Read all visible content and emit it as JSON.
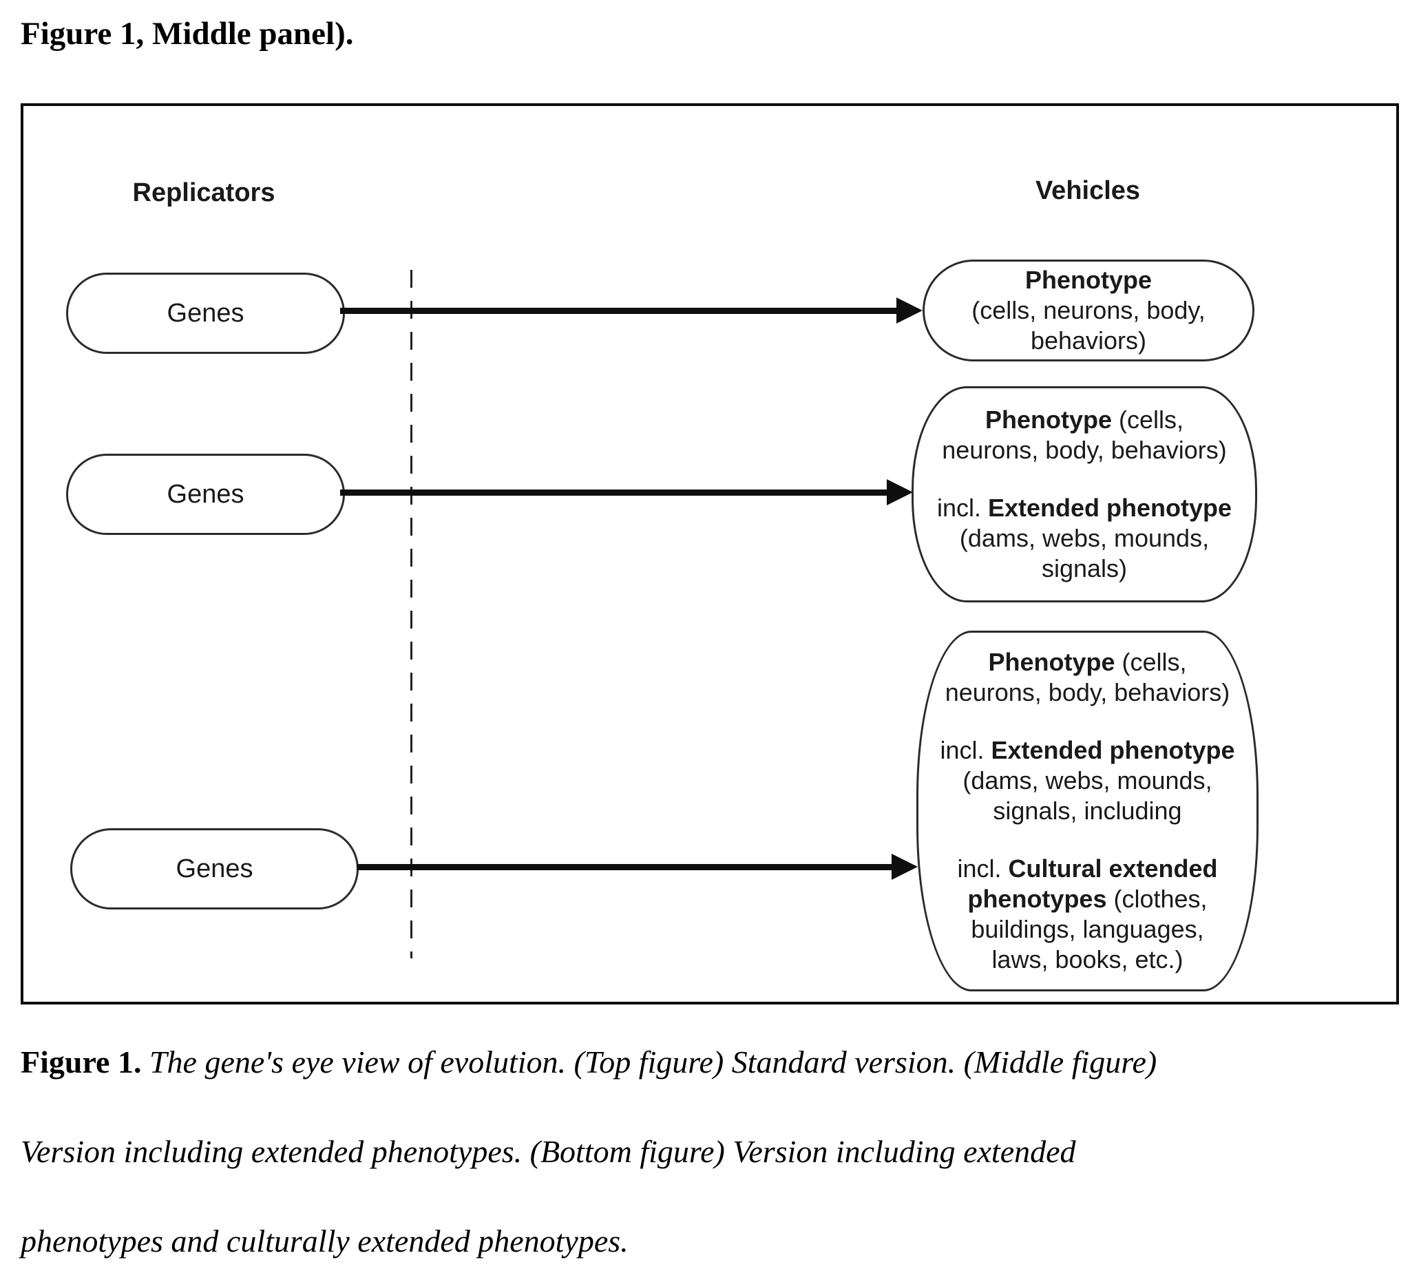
{
  "page": {
    "header": "Figure 1, Middle panel)."
  },
  "diagram": {
    "column_headers": {
      "left": "Replicators",
      "right": "Vehicles"
    },
    "rows": [
      {
        "replicator": "Genes",
        "vehicle_lines": [
          [
            {
              "t": "Phenotype",
              "b": true
            }
          ],
          [
            {
              "t": "(cells, neurons, body,",
              "b": false
            }
          ],
          [
            {
              "t": "behaviors)",
              "b": false
            }
          ]
        ]
      },
      {
        "replicator": "Genes",
        "vehicle_lines": [
          [
            {
              "t": "Phenotype",
              "b": true
            },
            {
              "t": " (cells,",
              "b": false
            }
          ],
          [
            {
              "t": "neurons, body, behaviors)",
              "b": false
            }
          ],
          [],
          [
            {
              "t": "incl. ",
              "b": false
            },
            {
              "t": "Extended phenotype",
              "b": true
            }
          ],
          [
            {
              "t": "(dams, webs, mounds,",
              "b": false
            }
          ],
          [
            {
              "t": "signals)",
              "b": false
            }
          ]
        ]
      },
      {
        "replicator": "Genes",
        "vehicle_lines": [
          [
            {
              "t": "Phenotype",
              "b": true
            },
            {
              "t": " (cells,",
              "b": false
            }
          ],
          [
            {
              "t": "neurons, body, behaviors)",
              "b": false
            }
          ],
          [],
          [
            {
              "t": "incl. ",
              "b": false
            },
            {
              "t": "Extended phenotype",
              "b": true
            }
          ],
          [
            {
              "t": "(dams, webs, mounds,",
              "b": false
            }
          ],
          [
            {
              "t": "signals, including",
              "b": false
            }
          ],
          [],
          [
            {
              "t": "incl. ",
              "b": false
            },
            {
              "t": "Cultural extended",
              "b": true
            }
          ],
          [
            {
              "t": "phenotypes",
              "b": true
            },
            {
              "t": " (clothes,",
              "b": false
            }
          ],
          [
            {
              "t": "buildings, languages,",
              "b": false
            }
          ],
          [
            {
              "t": "laws, books, etc.)",
              "b": false
            }
          ]
        ]
      }
    ]
  },
  "caption": {
    "label": "Figure 1.",
    "line1_rest": " The gene's eye view of evolution. (Top figure) Standard version. (Middle figure)",
    "line2": "Version including extended phenotypes. (Bottom figure) Version including extended",
    "line3": "phenotypes and culturally extended phenotypes."
  },
  "colors": {
    "ink": "#111111",
    "border": "#2b2b2b",
    "background": "#ffffff",
    "dash": "#222222"
  }
}
